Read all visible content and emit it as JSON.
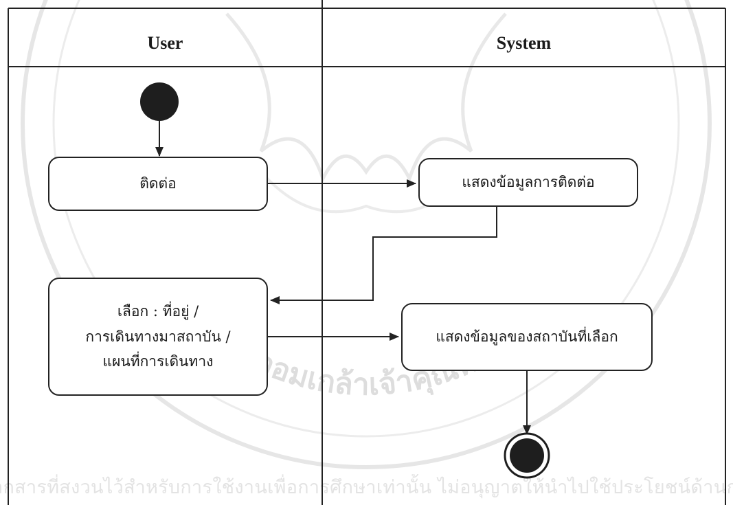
{
  "lanes": {
    "user": "User",
    "system": "System"
  },
  "actions": {
    "contact": "ติดต่อ",
    "show_contact_info": "แสดงข้อมูลการติดต่อ",
    "select_option": "เลือก : ที่อยู่ /\nการเดินทางมาสถาบัน /\nแผนที่การเดินทาง",
    "show_selected_info": "แสดงข้อมูลของสถาบันที่เลือก"
  },
  "watermark": {
    "text": "อกสารที่สงวนไว้สำหรับการใช้งานเพื่อการศึกษาเท่านั้น ไม่อนุญาตให้นำไปใช้ประโยชน์ด้านการค้า",
    "emblem_text": "พระจอมเกล้าเจ้าคุณทหาร"
  },
  "colors": {
    "line": "#222222",
    "watermark": "#d6d6d6"
  }
}
